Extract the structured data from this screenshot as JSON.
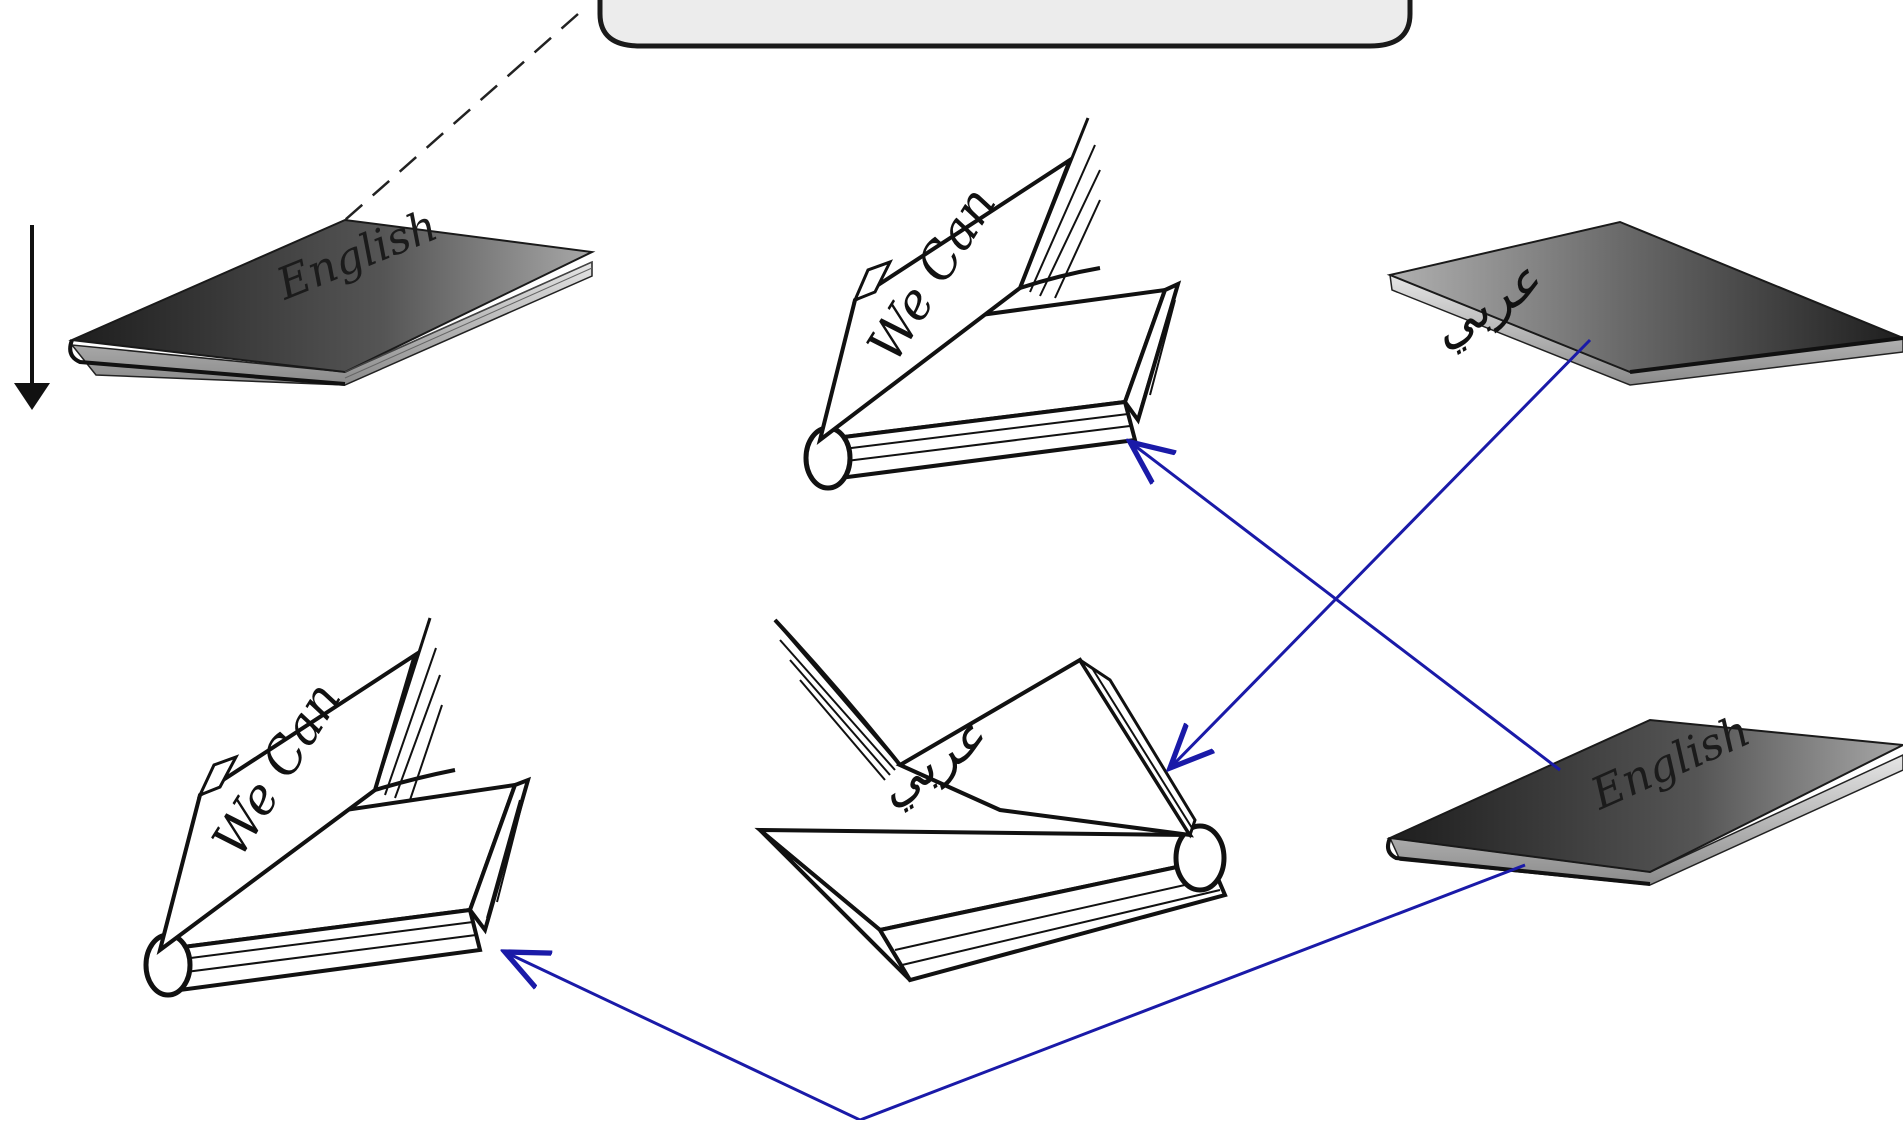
{
  "books": [
    {
      "id": "closed-english-top",
      "label": "English",
      "state": "closed"
    },
    {
      "id": "open-wecan-top",
      "label": "We Can",
      "state": "open"
    },
    {
      "id": "closed-arabic-top",
      "label": "عربي",
      "state": "closed"
    },
    {
      "id": "open-wecan-bottom",
      "label": "We Can",
      "state": "open"
    },
    {
      "id": "open-arabic-bottom",
      "label": "عربي",
      "state": "open"
    },
    {
      "id": "closed-english-bottom",
      "label": "English",
      "state": "closed"
    }
  ],
  "colors": {
    "arrow": "#1a1aa8",
    "ink": "#111111",
    "cover_dark": "#3a3a3a",
    "cover_light": "#9a9a9a",
    "pages": "#d8d8d8"
  }
}
